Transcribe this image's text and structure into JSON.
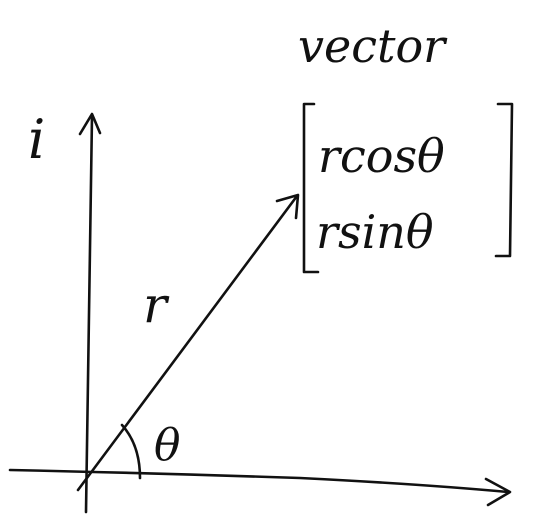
{
  "labels": {
    "title": "vector",
    "vertical_axis": "i",
    "magnitude": "r",
    "angle": "θ",
    "matrix_top": "rcosθ",
    "matrix_bottom": "rsinθ"
  },
  "colors": {
    "ink": "#111111",
    "background": "#ffffff"
  }
}
